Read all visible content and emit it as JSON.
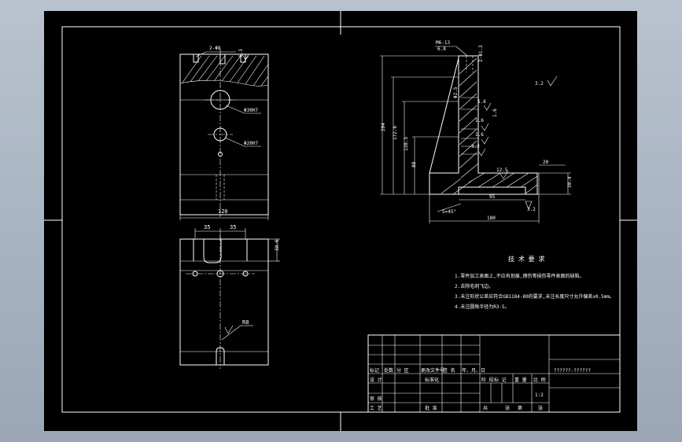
{
  "dims": {
    "top_thread": "2-Φ8",
    "top_note": "6.3",
    "hole30": "Φ30H7",
    "hole20": "Φ20H7",
    "width120": "120",
    "d35a": "35",
    "d35b": "35",
    "d38": "38.6",
    "r8": "R8",
    "m6": "M6-13",
    "m6b": "6.8",
    "side_h204": "204",
    "side_h172": "172.6",
    "side_h138": "138.5",
    "side_h88": "88",
    "r12": "12.5",
    "d20": "20",
    "d304": "30.4",
    "d95": "95",
    "chamfer": "5×45°",
    "d32": "3.2",
    "d180": "180",
    "rough1": "1.6",
    "rough2": "1.6",
    "rough3": "1.6",
    "rough4": "3.2",
    "rough5": "1.6",
    "rough6": "3.2",
    "rough7": "2-Φ1.3",
    "rough8": "Φ2.5",
    "corner_sym": "3.2"
  },
  "tech": {
    "title": "技 术 要 求",
    "lines": [
      "1.零件加工表面上,不应有划痕,擦伤等损伤零件表面的缺陷。",
      "2.去除毛刺飞边。",
      "3.未注形状公差应符合GB1184-80的要求,未注长度尺寸允许偏差±0.5mm。",
      "4.未注圆角半径为R3-5。"
    ]
  },
  "titleblock": {
    "drawing_no": "??????-??????",
    "scale": "1:2",
    "r1": [
      "标记",
      "处数",
      "分 区",
      "更改文件号",
      "签 名",
      "年、月、日"
    ],
    "r2": [
      "设 计",
      "",
      "",
      "标准化",
      "",
      ""
    ],
    "r3": [
      "审 核",
      "",
      "",
      "",
      "",
      ""
    ],
    "r4": [
      "工 艺",
      "",
      "",
      "批 准",
      "",
      ""
    ],
    "stage": [
      "阶 段",
      "标 记",
      "重 量",
      "比 例"
    ],
    "sheets": [
      "共",
      "张",
      "第",
      "张"
    ]
  }
}
